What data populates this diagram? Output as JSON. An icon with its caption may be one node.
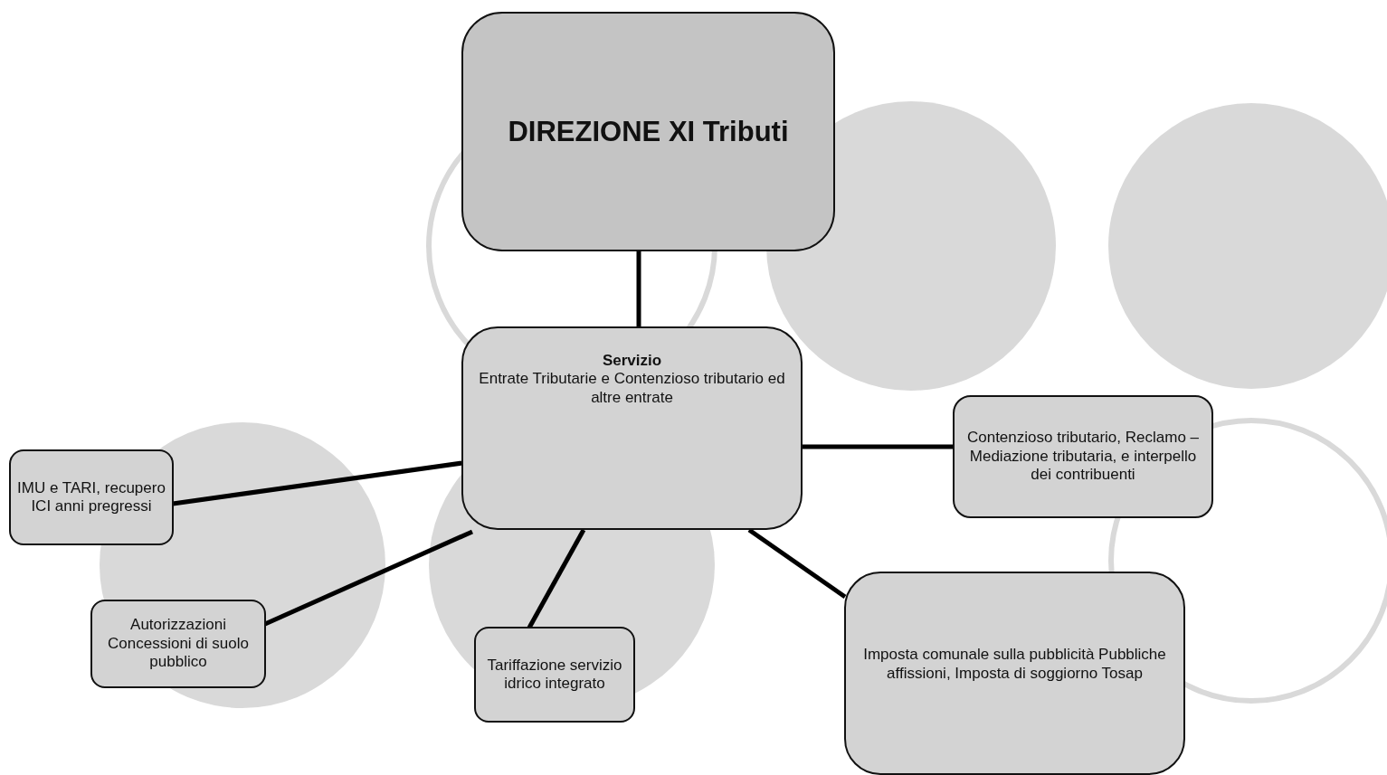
{
  "diagram": {
    "nodes": [
      {
        "text": [
          "DIREZIONE XI Tributi"
        ]
      },
      {
        "text": [
          "Servizio",
          "Entrate Tributarie e Contenzioso tributario ed altre entrate"
        ]
      },
      {
        "text": [
          "IMU e TARI, recupero ICI anni pregressi"
        ]
      },
      {
        "text": [
          "Autorizzazioni Concessioni di suolo pubblico"
        ]
      },
      {
        "text": [
          "Tariffazione servizio idrico integrato"
        ]
      },
      {
        "text": [
          "Contenzioso tributario, Reclamo – Mediazione tributaria, e interpello dei contribuenti"
        ]
      },
      {
        "text": [
          "Imposta comunale sulla pubblicità Pubbliche affissioni, Imposta di soggiorno Tosap"
        ]
      }
    ],
    "edges": [
      {
        "from": 0,
        "to": 1,
        "arrow": "none"
      },
      {
        "from": 1,
        "to": 2,
        "arrow": "none"
      },
      {
        "from": 1,
        "to": 3,
        "arrow": "none"
      },
      {
        "from": 1,
        "to": 4,
        "arrow": "none"
      },
      {
        "from": 1,
        "to": 5,
        "arrow": "none"
      },
      {
        "from": 1,
        "to": 6,
        "arrow": "none"
      }
    ]
  }
}
